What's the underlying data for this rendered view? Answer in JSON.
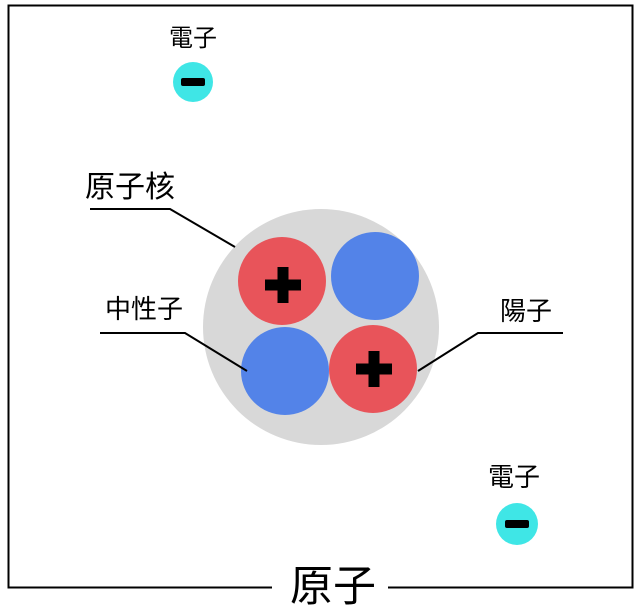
{
  "diagram": {
    "title": "原子",
    "labels": {
      "electron_top": "電子",
      "nucleus": "原子核",
      "neutron": "中性子",
      "proton": "陽子",
      "electron_bottom": "電子"
    },
    "icons": {
      "proton_charge": "plus-icon",
      "electron_charge": "minus-icon"
    },
    "colors": {
      "proton": "#e8545a",
      "neutron": "#5383e8",
      "nucleus": "#d8d8d8",
      "electron": "#3fe6e6",
      "line": "#000000",
      "background": "#ffffff"
    }
  }
}
